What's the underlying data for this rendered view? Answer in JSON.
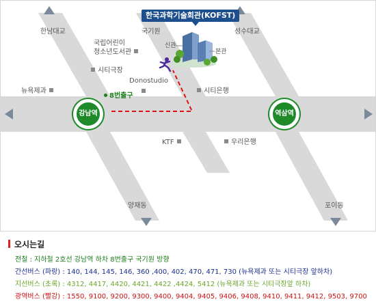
{
  "map": {
    "destination": "한국과학기술회관(KOFST)",
    "stations": {
      "gangnam": "강남역",
      "yeoksam": "역삼역"
    },
    "exit": "8번출구",
    "directions": {
      "hannam": "한남대교",
      "seongsu": "성수대교",
      "yangjae": "양재동",
      "poi": "포이동"
    },
    "landmarks": {
      "nyuyokjegwa": "뉴욕제과",
      "library_line1": "국립어린이",
      "library_line2": "청소년도서관",
      "gukgiwon": "국기원",
      "city_theater": "시티극장",
      "donostudio": "Donostudio",
      "city_bank": "시티은행",
      "ktf": "KTF",
      "woori_bank": "우리은행",
      "annex": "신관",
      "main_building": "본관"
    },
    "colors": {
      "road": "#d9d9d9",
      "station": "#1f8a2a",
      "route": "#e01010",
      "destination_badge": "#1d4f8f"
    }
  },
  "directions_panel": {
    "title": "오시는길",
    "subway": "전철 : 지하철 2호선 강남역 하차 8번출구 국기원 방향",
    "trunk_bus": "간선버스 (파랑) : 140, 144, 145, 146, 360 ,400, 402, 470, 471, 730 (뉴욕제과 또는 시티극장 앞하차)",
    "branch_bus": "지선버스 (초록) : 4312, 4417, 4420, 4421, 4422 ,4424, 5412 (뉴욕제과 또는 시티극장앞 하차)",
    "express_bus": "광역버스 (빨강) : 1550, 9100, 9200, 9300, 9400, 9404, 9405, 9406, 9408, 9410, 9411, 9412, 9503, 9700"
  }
}
